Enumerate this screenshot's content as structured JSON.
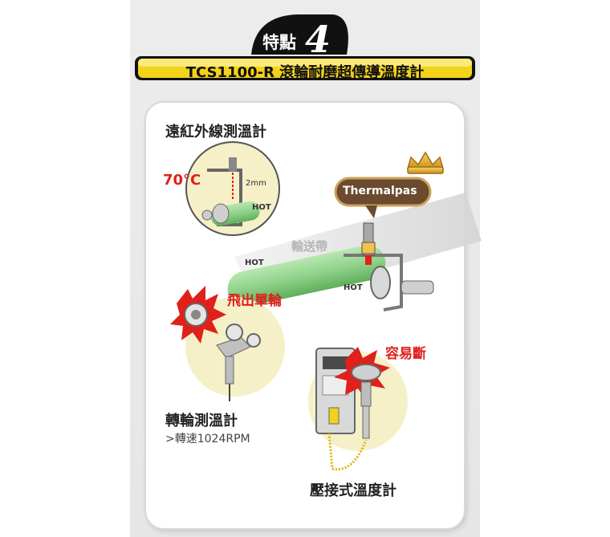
{
  "badge": {
    "label": "特點",
    "number": "4"
  },
  "banner": {
    "title": "TCS1100-R 滾輪耐磨超傳導溫度計"
  },
  "sections": {
    "infrared": {
      "title": "遠紅外線測溫計",
      "temperature": "70°C",
      "gap": "2mm",
      "hot": "HOT"
    },
    "thermalpas": {
      "brand": "Thermalpas",
      "conveyor": "輸送帶",
      "hot_left": "HOT",
      "hot_right": "HOT"
    },
    "wheel": {
      "warning": "飛出單輪",
      "title": "轉輪測溫計",
      "speed": ">轉速1024RPM"
    },
    "contact": {
      "warning": "容易斷",
      "title": "壓接式溫度計"
    }
  },
  "colors": {
    "accent_red": "#e0201a",
    "circle_yellow": "#f5f0c8",
    "roller_green": "#8fd18a",
    "banner_yellow": "#f3d21a",
    "badge_black": "#111111",
    "bubble_brown": "#6b4a2f"
  }
}
